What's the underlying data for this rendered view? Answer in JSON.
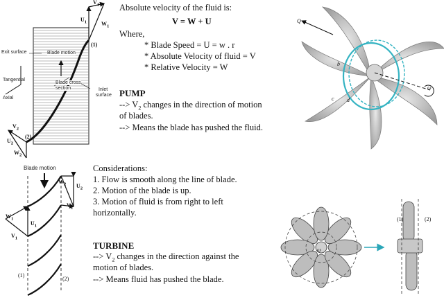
{
  "velocity": {
    "intro": "Absolute velocity of the fluid is:",
    "equation": "V = W + U",
    "where": "Where,",
    "bullets": [
      "* Blade Speed = U = w . r",
      "* Absolute Velocity of fluid = V",
      "* Relative Velocity = W"
    ]
  },
  "pump": {
    "heading": "PUMP",
    "line1": "--> V",
    "line1_sub": "2",
    "line1_rest": " changes in the direction of motion",
    "line2": "of blades.",
    "line3": "--> Means the blade has pushed the fluid."
  },
  "considerations": {
    "heading": "Considerations:",
    "items": [
      "1. Flow is smooth along the line of blade.",
      "2. Motion of the blade is up.",
      "3. Motion of fluid is from right to left",
      "horizontally."
    ]
  },
  "turbine": {
    "heading": "TURBINE",
    "line1": "--> V",
    "line1_sub": "2",
    "line1_rest": " changes in the direction against the",
    "line2": "motion of blades.",
    "line3": "--> Means fluid has pushed the blade."
  },
  "diagram_top": {
    "exit_surface": "Exit surface",
    "blade_motion": "Blade motion",
    "tangential": "Tangential",
    "axial": "Axial",
    "blade_cross": "Blade cross",
    "section": "section",
    "inlet": "Inlet",
    "surface": "surface",
    "v1": "V",
    "v1_sub": "1",
    "u1": "U",
    "u1_sub": "1",
    "w1": "W",
    "w1_sub": "1",
    "pt1": "(1)",
    "v2": "V",
    "v2_sub": "2",
    "u2": "U",
    "u2_sub": "2",
    "w2": "W",
    "w2_sub": "2",
    "pt2": "(2)"
  },
  "diagram_bottom": {
    "blade_motion": "Blade motion",
    "w1": "W",
    "w1_sub": "1",
    "u1": "U",
    "u1_sub": "1",
    "v1": "V",
    "v1_sub": "1",
    "w2": "W",
    "w2_sub": "2",
    "u2": "U",
    "u2_sub": "2",
    "v2": "V",
    "v2_sub": "2",
    "pt1": "(1)",
    "pt2": "(2)"
  },
  "impeller": {
    "q": "Q",
    "omega": "ω",
    "b": "b",
    "c": "c",
    "d": "d"
  },
  "fan": {
    "omega": "ω",
    "pt1": "(1)",
    "pt2": "(2)"
  },
  "colors": {
    "arrow_teal": "#2aa6b8",
    "blade_gray": "#bdbdbd",
    "cylinder_teal": "#34b3c2"
  }
}
